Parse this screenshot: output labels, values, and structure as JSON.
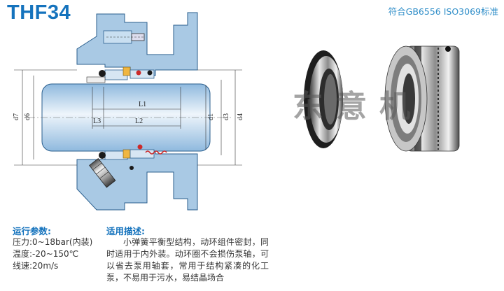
{
  "header": {
    "model": "THF34",
    "standard": "符合GB6556 ISO3069标准"
  },
  "drawing": {
    "labels": {
      "d7": "d7",
      "d6": "d6",
      "d1": "d1",
      "d3": "d3",
      "d4": "d4",
      "L1": "L1",
      "L2": "L2",
      "L3": "L3"
    }
  },
  "watermark": "东意机",
  "params": {
    "title": "运行参数:",
    "pressure": "压力:0~18bar(内装)",
    "temperature": "温度:-20~150℃",
    "speed": "线速:20m/s"
  },
  "application": {
    "title": "适用描述:",
    "text": "小弹簧平衡型结构，动环组件密封，同时适用于内外装。动环圈不会损伤泵轴，可以省去泵用轴套，常用于结构紧凑的化工泵，不易用于污水，易结晶场合"
  },
  "colors": {
    "accent": "#1573bd",
    "housing": "#a9c9e4",
    "shaft": "#bcd6ec",
    "rubber": "#1a1a1a",
    "spring": "#cc2a2a",
    "face": "#f0b640"
  }
}
